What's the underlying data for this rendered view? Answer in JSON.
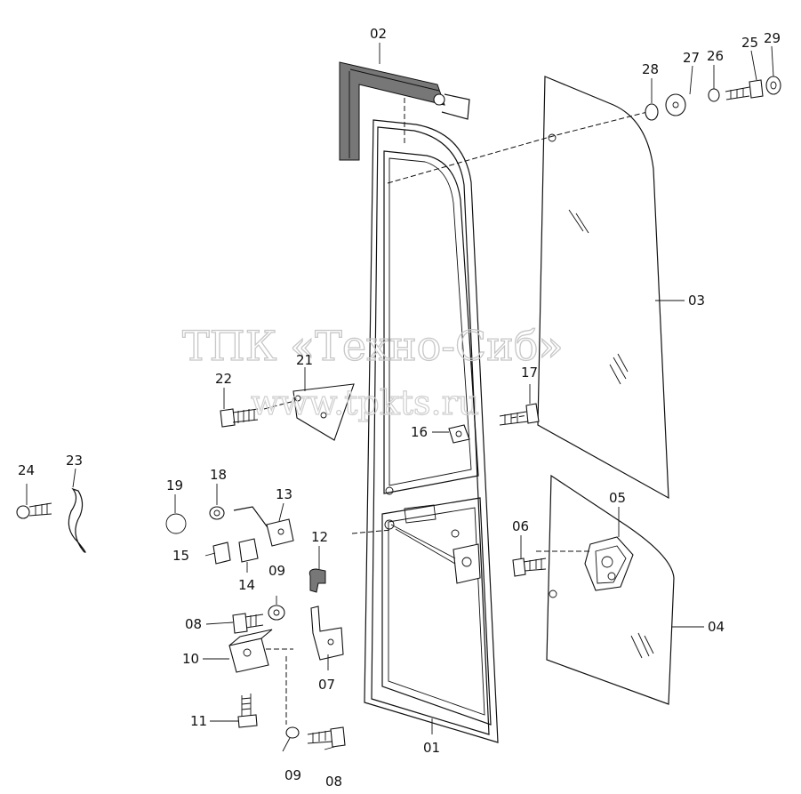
{
  "watermark": {
    "line1": "ТПК «Техно-Сиб»",
    "line2": "www.tpkts.ru"
  },
  "callouts": {
    "c01": "01",
    "c02": "02",
    "c03": "03",
    "c04": "04",
    "c05": "05",
    "c06": "06",
    "c07": "07",
    "c08a": "08",
    "c08b": "08",
    "c09a": "09",
    "c09b": "09",
    "c10": "10",
    "c11": "11",
    "c12": "12",
    "c13": "13",
    "c14": "14",
    "c15": "15",
    "c16": "16",
    "c17": "17",
    "c18": "18",
    "c19": "19",
    "c21": "21",
    "c22": "22",
    "c23": "23",
    "c24": "24",
    "c25": "25",
    "c26": "26",
    "c27": "27",
    "c28": "28",
    "c29": "29"
  }
}
